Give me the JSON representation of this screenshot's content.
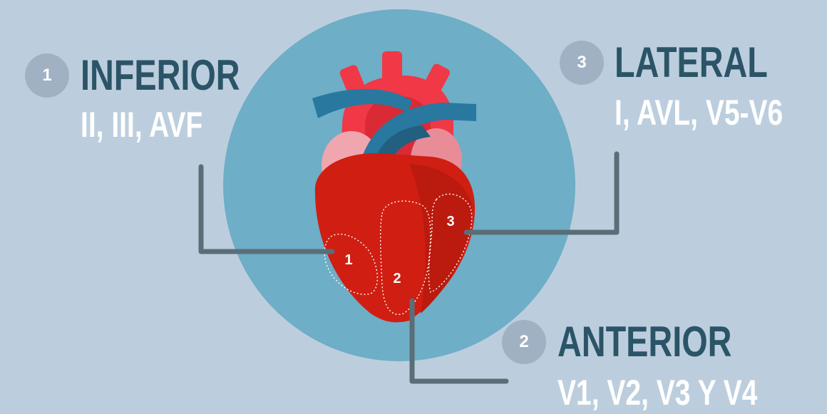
{
  "regions": [
    {
      "number": "1",
      "title": "INFERIOR",
      "leads": "II, III, AVF"
    },
    {
      "number": "2",
      "title": "ANTERIOR",
      "leads": "V1, V2, V3 Y V4"
    },
    {
      "number": "3",
      "title": "LATERAL",
      "leads": "I, AVL, V5-V6"
    }
  ],
  "heart_labels": [
    "1",
    "2",
    "3"
  ],
  "colors": {
    "background": "#bccede",
    "circle": "#6eaec6",
    "title": "#2b5467",
    "leads": "#ffffff",
    "badge": "#9fb1c3",
    "connector": "#5a6e78",
    "heart_red": "#d01e12",
    "heart_artery": "#f03846",
    "heart_pink": "#f0a6ae",
    "vessel_blue": "#2878a0"
  }
}
